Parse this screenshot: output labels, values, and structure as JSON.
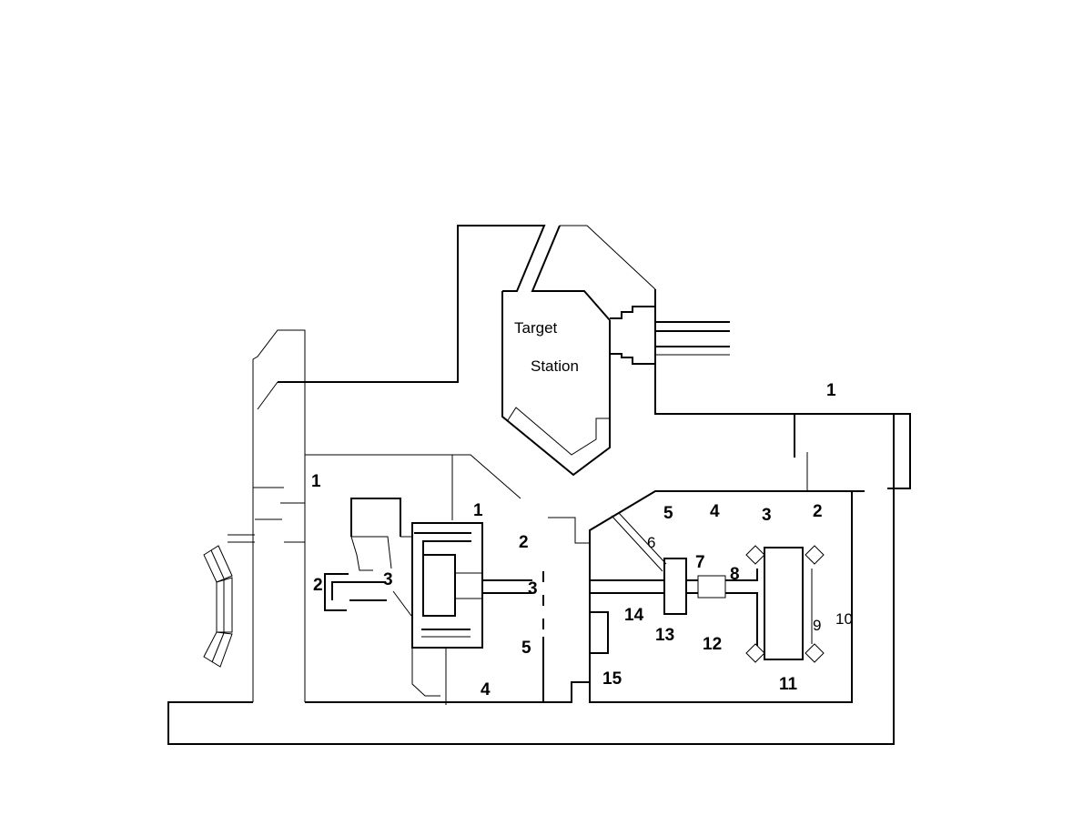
{
  "target_station": {
    "line1": "Target",
    "line2": "Station"
  },
  "labels": {
    "top_right_1": "1",
    "left_hall_1": "1",
    "left_eq_1": "1",
    "left_2": "2",
    "left_3": "3",
    "mid_2": "2",
    "mid_3": "3",
    "mid_5": "5",
    "mid_4": "4",
    "right_5": "5",
    "right_4": "4",
    "right_3": "3",
    "right_2": "2",
    "right_6": "6",
    "right_7": "7",
    "right_8": "8",
    "right_9": "9",
    "right_10": "10",
    "right_11": "11",
    "right_12": "12",
    "right_13": "13",
    "right_14": "14",
    "right_15": "15"
  }
}
